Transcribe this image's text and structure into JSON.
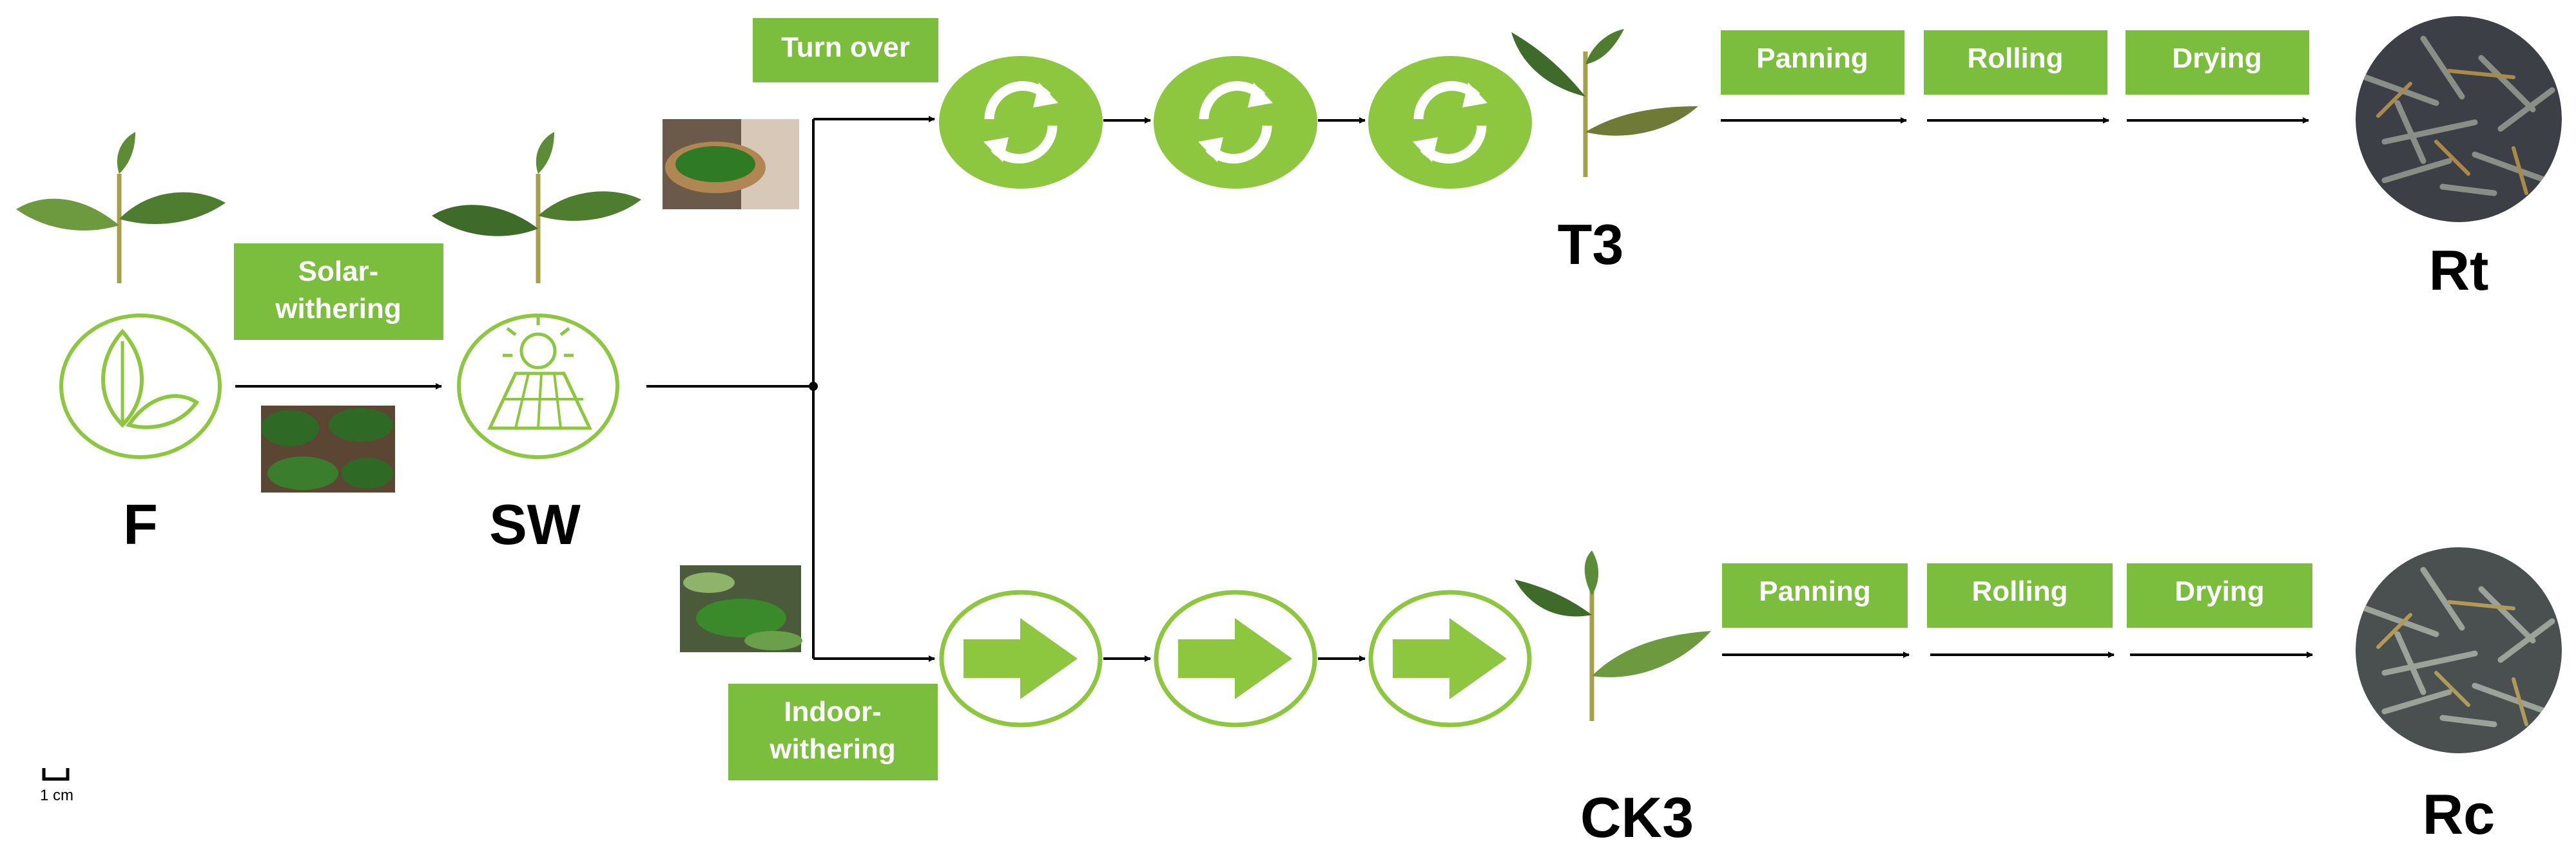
{
  "colors": {
    "green": "#7bbd3d",
    "green_light": "#8dc63f",
    "leaf_dark": "#3f6b2a",
    "leaf_mid": "#6e9a3f",
    "stem": "#a6a04a",
    "line": "#000000",
    "tea_dark": "#3c4046",
    "tea_light": "#8a8f86",
    "basket": "#b08652"
  },
  "stages": {
    "fresh": "F",
    "solar_withered": "SW",
    "turned": "T3",
    "control": "CK3",
    "product_turned": "Rt",
    "product_control": "Rc"
  },
  "process_boxes": {
    "solar_line1": "Solar-",
    "solar_line2": "withering",
    "turn_over": "Turn over",
    "indoor_line1": "Indoor-",
    "indoor_line2": "withering",
    "top_steps": [
      "Panning",
      "Rolling",
      "Drying"
    ],
    "bottom_steps": [
      "Panning",
      "Rolling",
      "Drying"
    ]
  },
  "icons": {
    "fresh": "leaves-in-circle-icon",
    "solar": "sun-over-field-icon",
    "turn_over": "refresh-arrows-icon",
    "indoor": "right-arrow-icon"
  },
  "scale_bar": {
    "label": "1 cm"
  }
}
